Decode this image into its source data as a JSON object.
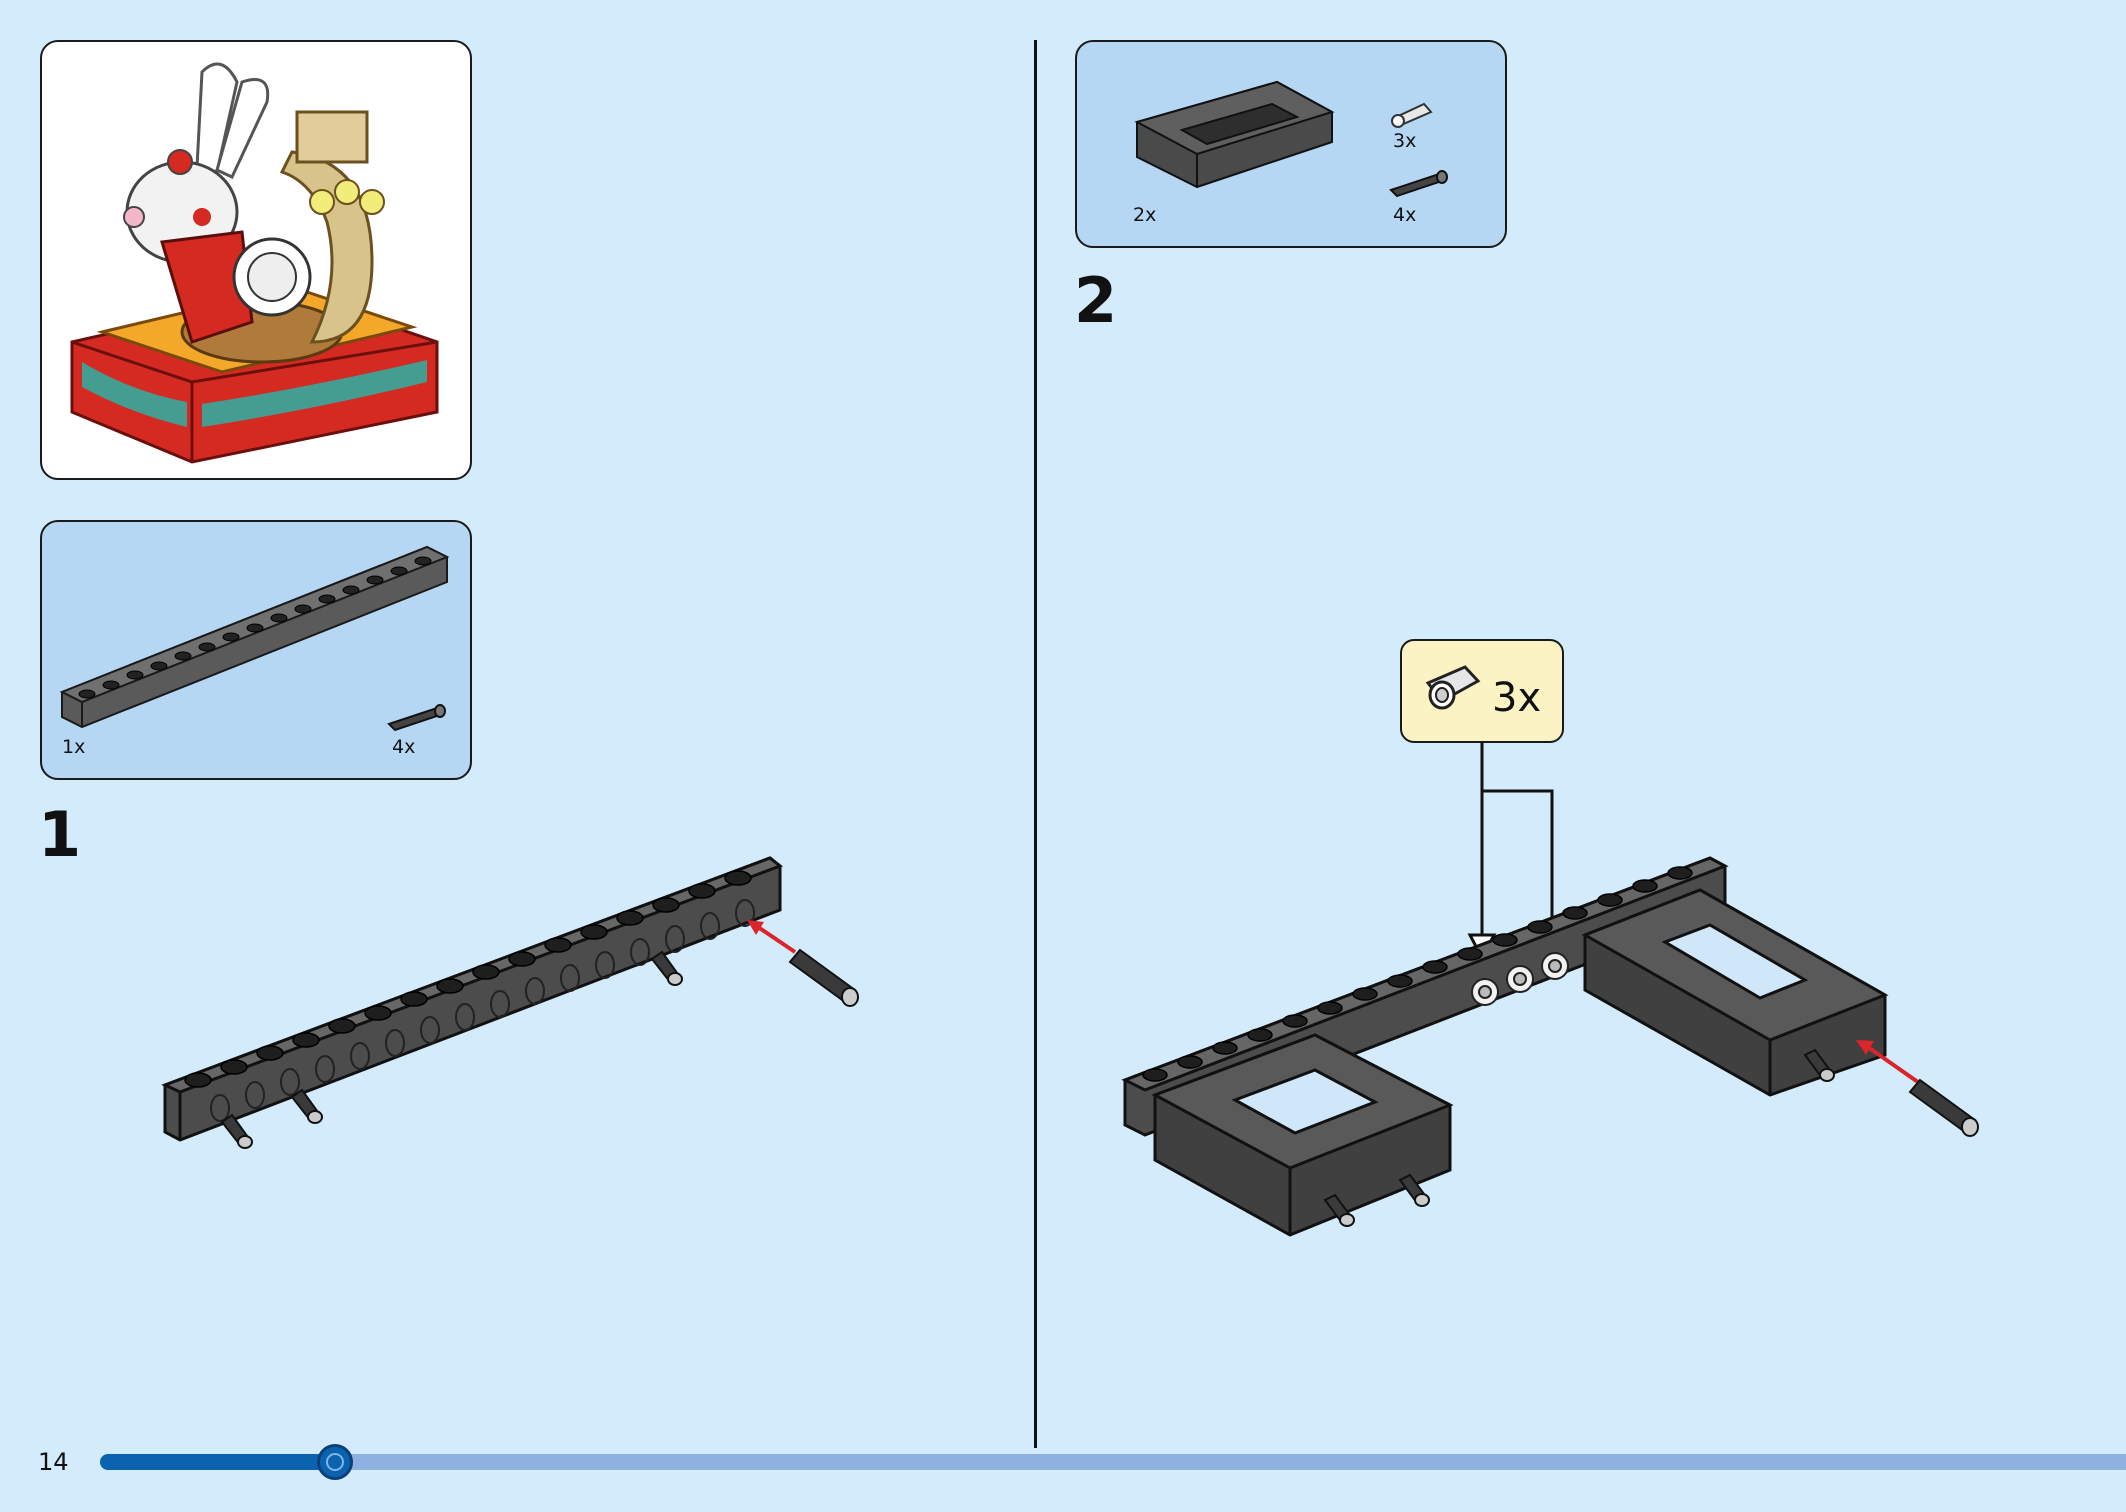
{
  "page": {
    "number": "14",
    "progress": 0.116
  },
  "colors": {
    "background": "#d3ebfb",
    "parts_panel": "#b6d7f3",
    "callout": "#fbf3c4",
    "progress_fill": "#0b63b0",
    "progress_track": "#8fb1df",
    "arrow": "#d9252b"
  },
  "left_page": {
    "parts": [
      {
        "icon": "technic-beam-16-icon",
        "qty": "1x"
      },
      {
        "icon": "friction-pin-icon",
        "qty": "4x"
      }
    ],
    "step": {
      "number": "1"
    }
  },
  "right_page": {
    "parts": [
      {
        "icon": "technic-frame-icon",
        "qty": "2x"
      },
      {
        "icon": "axle-pin-icon",
        "qty": "3x"
      },
      {
        "icon": "friction-pin-icon",
        "qty": "4x"
      }
    ],
    "step": {
      "number": "2"
    },
    "callout": {
      "icon": "axle-pin-icon",
      "qty": "3x"
    }
  }
}
